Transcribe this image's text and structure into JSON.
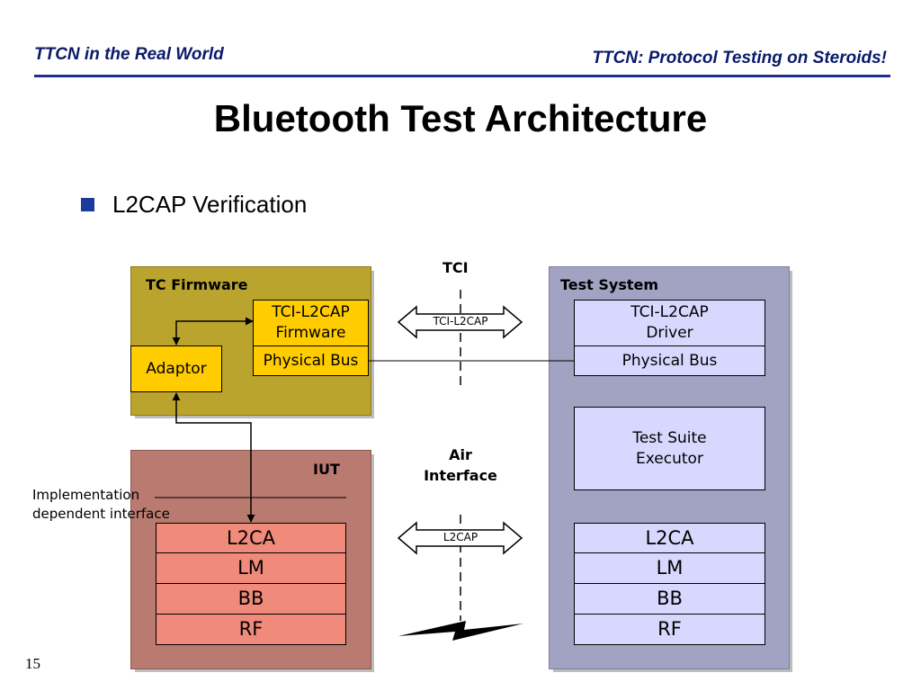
{
  "header": {
    "left": "TTCN in the Real World",
    "right": "TTCN: Protocol Testing on Steroids!"
  },
  "title": "Bluetooth Test Architecture",
  "bullet": "L2CAP Verification",
  "diagram": {
    "tci_label": "TCI",
    "air_interface_label": [
      "Air",
      "Interface"
    ],
    "tc_firmware": {
      "label": "TC Firmware",
      "adaptor": "Adaptor",
      "tci_l2cap_firmware": [
        "TCI-L2CAP",
        "Firmware"
      ],
      "physical_bus": "Physical Bus"
    },
    "iut": {
      "label": "IUT",
      "layers": [
        "L2CA",
        "LM",
        "BB",
        "RF"
      ]
    },
    "test_system": {
      "label": "Test System",
      "tci_l2cap_driver": [
        "TCI-L2CAP",
        "Driver"
      ],
      "physical_bus": "Physical Bus",
      "executor": [
        "Test Suite",
        "Executor"
      ],
      "layers": [
        "L2CA",
        "LM",
        "BB",
        "RF"
      ]
    },
    "arrow_tci": "TCI-L2CAP",
    "arrow_air": "L2CAP",
    "impl_label": [
      "Implementation",
      "dependent interface"
    ],
    "colors": {
      "tc_firmware": "#bba42e",
      "iut": "#b97a70",
      "test_system": "#a2a2c2",
      "yellow_box": "#ffcc00",
      "blue_box": "#d8d8ff",
      "red_box": "#f08a7a"
    }
  },
  "page_number": "15"
}
